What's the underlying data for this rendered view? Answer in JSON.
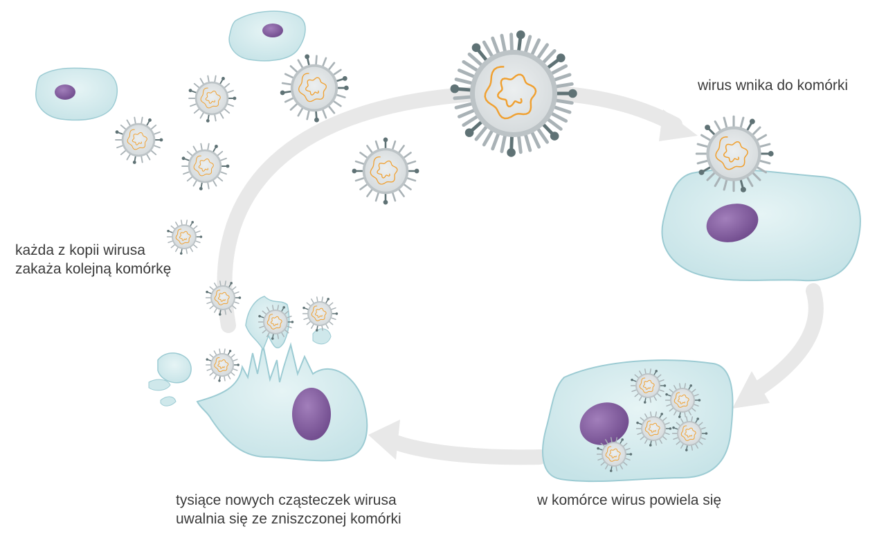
{
  "labels": {
    "enter": [
      "wirus wnika do komórki"
    ],
    "infect": [
      "każda z kopii wirusa",
      "zakaża kolejną komórkę"
    ],
    "release": [
      "tysiące nowych cząsteczek wirusa",
      "uwalnia się ze zniszczonej komórki"
    ],
    "replicate": [
      "w komórce wirus powiela się"
    ]
  },
  "colors": {
    "cycle_arrow": "#e8e8e8",
    "cell_fill": "#d4ecee",
    "cell_stroke": "#9ccbd3",
    "nucleus": "#8e68a8",
    "nucleus_dark": "#70488c",
    "virus_body": "#dfe3e4",
    "virus_ring": "#bcc3c6",
    "virus_spike": "#a9b2b6",
    "virus_spike_dark": "#5f7275",
    "rna": "#f0a030",
    "text": "#3a3a3a"
  },
  "icons": [
    "virus-particle-icon",
    "host-cell-icon",
    "cell-nucleus-icon",
    "cycle-arrow-icon"
  ]
}
